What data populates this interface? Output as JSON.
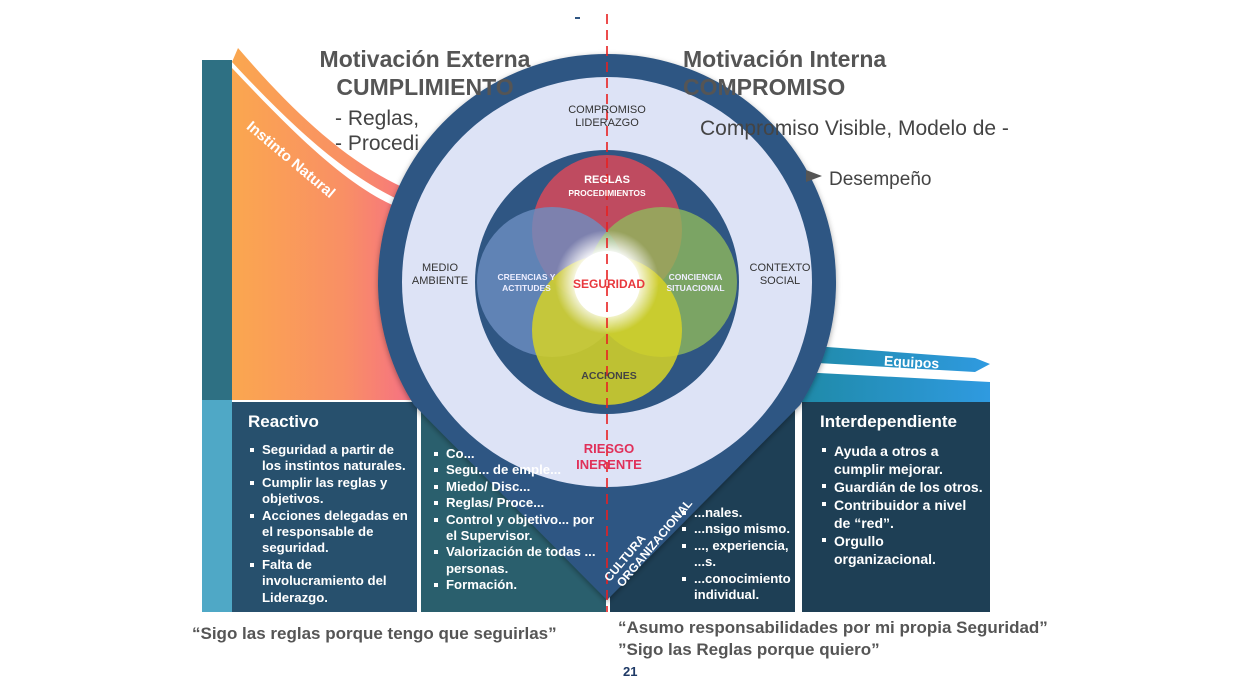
{
  "header": {
    "external_title": "Motivación Externa",
    "external_subtitle": "CUMPLIMIENTO",
    "external_bullets": [
      "- Reglas,",
      "- Procedimientos"
    ],
    "internal_title": "Motivación Interna",
    "internal_subtitle": "COMPROMISO",
    "internal_line": "Compromiso Visible, Modelo de -",
    "internal_arrow_text": "Desempeño"
  },
  "curve": {
    "instinct_label": "Instinto Natural",
    "teams_label": "Equipos"
  },
  "target": {
    "outer_top": [
      "COMPROMISO",
      "LIDERAZGO"
    ],
    "outer_left": [
      "MEDIO",
      "AMBIENTE"
    ],
    "outer_right": [
      "CONTEXTO",
      "SOCIAL"
    ],
    "rules": [
      "REGLAS",
      "PROCEDIMIENTOS"
    ],
    "beliefs": [
      "CREENCIAS Y",
      "ACTITUDES"
    ],
    "awareness": [
      "CONCIENCIA",
      "SITUACIONAL"
    ],
    "actions": "ACCIONES",
    "center": "SEGURIDAD",
    "risk": [
      "RIESGO",
      "INERENTE"
    ],
    "culture": [
      "CULTURA",
      "ORGANIZACIONAL"
    ]
  },
  "stages": [
    {
      "title": "Reactivo",
      "items": [
        "Seguridad a partir de los instintos naturales.",
        "Cumplir las reglas y objetivos.",
        "Acciones delegadas en el responsable de seguridad.",
        "Falta de involucramiento del Liderazgo."
      ]
    },
    {
      "title": "",
      "items": [
        "Co...",
        "Segu... de emple...",
        "Miedo/ Disc...",
        "Reglas/ Proce...",
        "Control y objetivo... por el Supervisor.",
        "Valorización de todas ... personas.",
        "Formación."
      ]
    },
    {
      "title": "",
      "items": [
        "...nales.",
        "...nsigo mismo.",
        "..., experiencia, ...s.",
        "...conocimiento individual."
      ]
    },
    {
      "title": "Interdependiente",
      "items": [
        "Ayuda a otros a cumplir mejorar.",
        "Guardián de los otros.",
        "Contribuidor a nivel de “red”.",
        "Orgullo organizacional."
      ]
    }
  ],
  "quotes": {
    "left": "“Sigo las reglas porque tengo que seguirlas”",
    "right_1": "“Asumo responsabilidades por mi propia Seguridad”",
    "right_2": "”Sigo las Reglas porque quiero”"
  },
  "page_number": "21",
  "colors": {
    "dark_blue": "#2f5683",
    "teal_bar": "#2e7083",
    "light_teal": "#4fa8c6",
    "box_blue": "#27506d",
    "box_teal": "#2a5f6d",
    "box_dark": "#1e3f55",
    "orange": "#faa74f",
    "pink": "#f56d87",
    "red_text": "#e8383d",
    "risk_text": "#e0305a",
    "ring_light": "#dde3f6",
    "yellow": "#d7d326",
    "green": "#8fb85c",
    "blue_circle": "#6d8fc2",
    "red_circle": "#cc4a5d",
    "guide_red": "#e82020"
  }
}
